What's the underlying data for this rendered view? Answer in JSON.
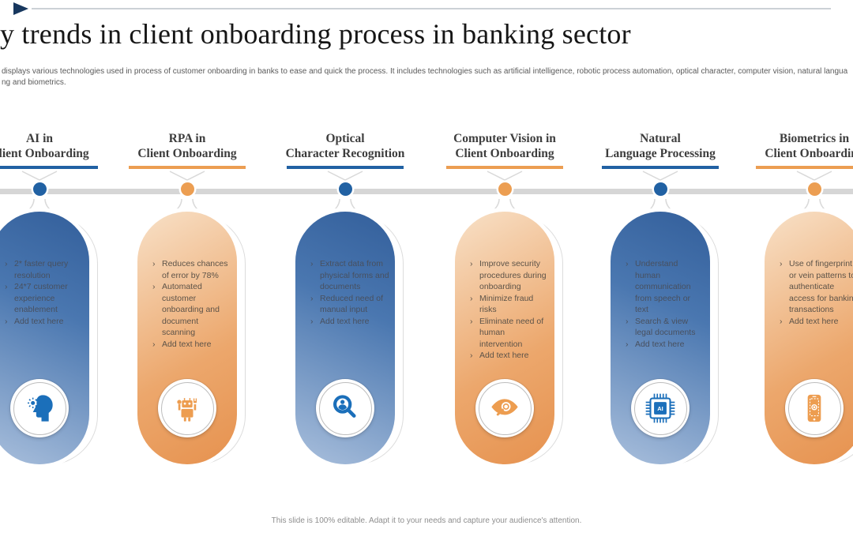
{
  "slide": {
    "title": "y trends in client onboarding process in banking sector",
    "description_line1": "displays various technologies used in  process of customer onboarding in banks to ease and quick the process. It includes technologies such as artificial intelligence, robotic process automation, optical character, computer vision, natural langua",
    "description_line2": "ng and biometrics.",
    "footer_note": "This slide is 100% editable.  Adapt it to your needs and capture your audience's attention."
  },
  "colors": {
    "accent_blue": "#2161A3",
    "accent_orange": "#EC9E52",
    "triangle_navy": "#17375E",
    "timeline_gray": "#D6D6D6",
    "card_blue_top": "#335F9B",
    "card_blue_bottom": "#A9BFDC",
    "card_orange_light": "#F7DCC0",
    "card_orange_dark": "#E6924F",
    "icon_blue": "#1B6FBA",
    "icon_orange": "#ED9D50"
  },
  "columns": [
    {
      "accent": "blue",
      "title_line1": "AI in",
      "title_line2": "Client Onboarding",
      "icon": "ai-head-icon",
      "bullets": [
        "2* faster query resolution",
        "24*7 customer experience enablement",
        "Add text here"
      ]
    },
    {
      "accent": "orange",
      "title_line1": "RPA in",
      "title_line2": "Client Onboarding",
      "icon": "robot-icon",
      "bullets": [
        "Reduces chances of error by 78%",
        "Automated customer onboarding and document scanning",
        "Add text here"
      ]
    },
    {
      "accent": "blue",
      "title_line1": "Optical",
      "title_line2": "Character Recognition",
      "icon": "magnifier-user-icon",
      "bullets": [
        "Extract data from physical forms and documents",
        "Reduced need of manual input",
        "Add text here"
      ]
    },
    {
      "accent": "orange",
      "title_line1": "Computer Vision in",
      "title_line2": "Client Onboarding",
      "icon": "vision-eye-icon",
      "bullets": [
        "Improve security procedures during onboarding",
        "Minimize fraud risks",
        "Eliminate need of human intervention",
        "Add text here"
      ]
    },
    {
      "accent": "blue",
      "title_line1": "Natural",
      "title_line2": "Language Processing",
      "icon": "ai-chip-icon",
      "bullets": [
        "Understand human communication from speech or text",
        "Search & view legal documents",
        "Add text here"
      ]
    },
    {
      "accent": "orange",
      "title_line1": "Biometrics in",
      "title_line2": "Client Onboarding",
      "icon": "smartphone-biometric-icon",
      "bullets": [
        "Use of fingerprint or vein patterns to authenticate access for banking transactions",
        "Add text here"
      ]
    }
  ]
}
